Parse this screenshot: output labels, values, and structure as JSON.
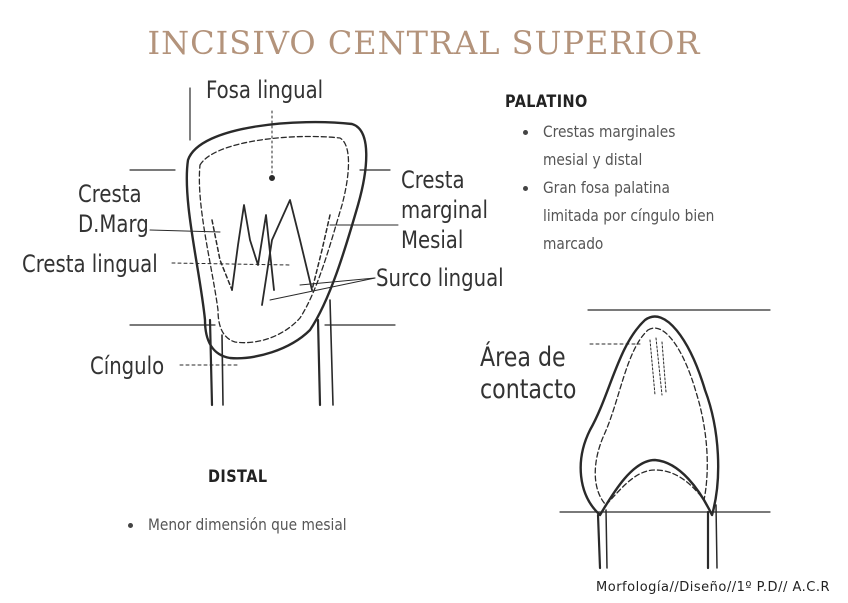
{
  "title": "INCISIVO CENTRAL SUPERIOR",
  "labels": {
    "fosa_lingual": "Fosa lingual",
    "cresta_dmarg_1": "Cresta",
    "cresta_dmarg_2": "D.Marg",
    "cresta_lingual": "Cresta lingual",
    "cresta_marginal_1": "Cresta",
    "cresta_marginal_2": "marginal",
    "cresta_marginal_3": "Mesial",
    "surco_lingual": "Surco lingual",
    "cingulo": "Cíngulo",
    "area_contacto_1": "Área de",
    "area_contacto_2": "contacto"
  },
  "palatino": {
    "heading": "PALATINO",
    "bullets": [
      {
        "lines": [
          "Crestas marginales",
          "mesial y distal"
        ]
      },
      {
        "lines": [
          "Gran fosa palatina",
          "limitada por cíngulo bien",
          "marcado"
        ]
      }
    ]
  },
  "distal": {
    "heading": "DISTAL",
    "bullets": [
      {
        "lines": [
          "Menor dimensión que mesial"
        ]
      }
    ]
  },
  "footer": "Morfología//Diseño//1º P.D// A.C.R",
  "colors": {
    "title": "#b3937b",
    "line": "#2a2a2a"
  }
}
